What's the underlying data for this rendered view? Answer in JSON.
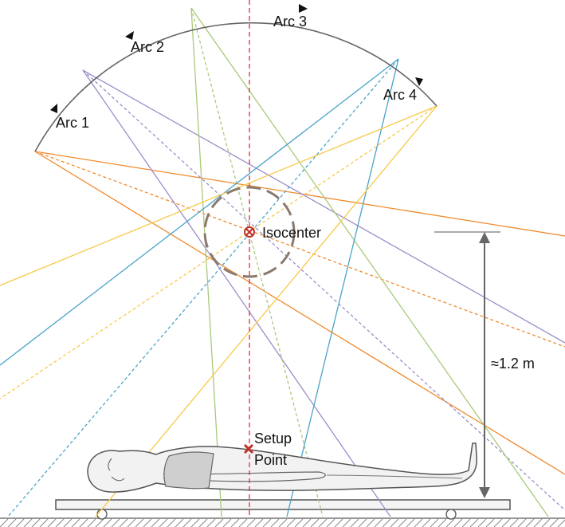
{
  "arcs": [
    {
      "label": "Arc 1"
    },
    {
      "label": "Arc 2"
    },
    {
      "label": "Arc 3"
    },
    {
      "label": "Arc 4"
    }
  ],
  "isocenter": {
    "label": "Isocenter"
  },
  "setup_point": {
    "line1": "Setup",
    "line2": "Point"
  },
  "distance": {
    "label": "≈1.2 m"
  },
  "colors": {
    "arc1": "#f08a2c",
    "arc2": "#9b8fc9",
    "arc3": "#a9c97a",
    "arc4a": "#4aa3c8",
    "arc4b": "#f7c948",
    "center_line": "#e0303a",
    "isocenter": "#c0302a",
    "body_fill": "#f2f2f2",
    "lung_fill": "#cfcfcf"
  }
}
